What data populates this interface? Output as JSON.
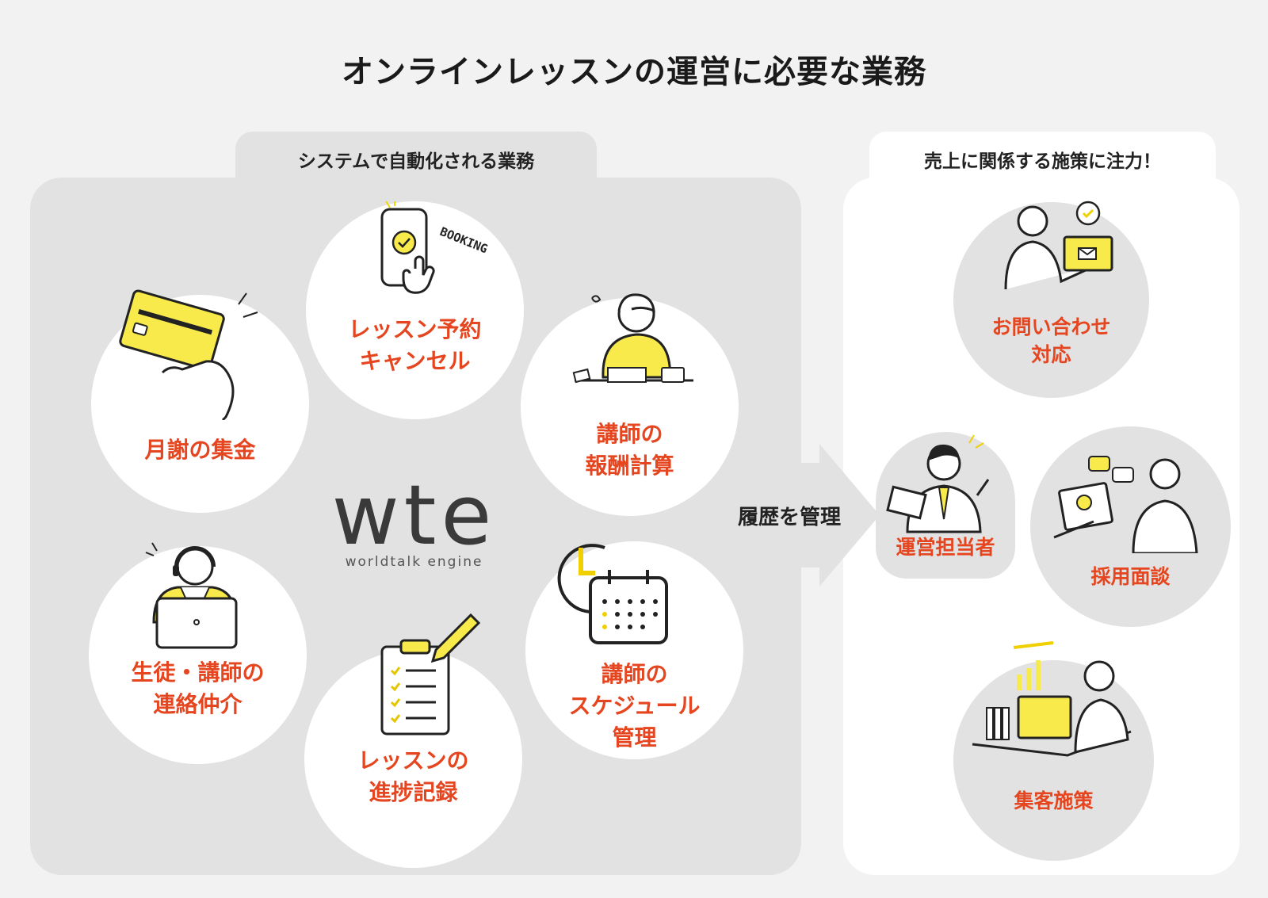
{
  "title": "オンラインレッスンの運営に必要な業務",
  "left_section": {
    "tab_label": "システムで自動化される業務",
    "items": [
      {
        "lines": [
          "レッスン予約",
          "キャンセル"
        ],
        "booking_text": "BOOKING!"
      },
      {
        "lines": [
          "月謝の集金"
        ]
      },
      {
        "lines": [
          "講師の",
          "報酬計算"
        ]
      },
      {
        "lines": [
          "生徒・講師の",
          "連絡仲介"
        ]
      },
      {
        "lines": [
          "レッスンの",
          "進捗記録"
        ]
      },
      {
        "lines": [
          "講師の",
          "スケジュール",
          "管理"
        ]
      }
    ],
    "logo": {
      "main": "wte",
      "sub": "worldtalk engine"
    }
  },
  "arrow_label": "履歴を管理",
  "right_section": {
    "tab_label": "売上に関係する施策に注力！",
    "operator_label": "運営担当者",
    "items": [
      {
        "lines": [
          "お問い合わせ",
          "対応"
        ]
      },
      {
        "lines": [
          "採用面談"
        ]
      },
      {
        "lines": [
          "集客施策"
        ]
      }
    ]
  },
  "colors": {
    "accent_text": "#e5451f",
    "highlight_yellow": "#f7ea4a",
    "panel_grey": "#e2e2e2",
    "background": "#f2f2f2"
  }
}
